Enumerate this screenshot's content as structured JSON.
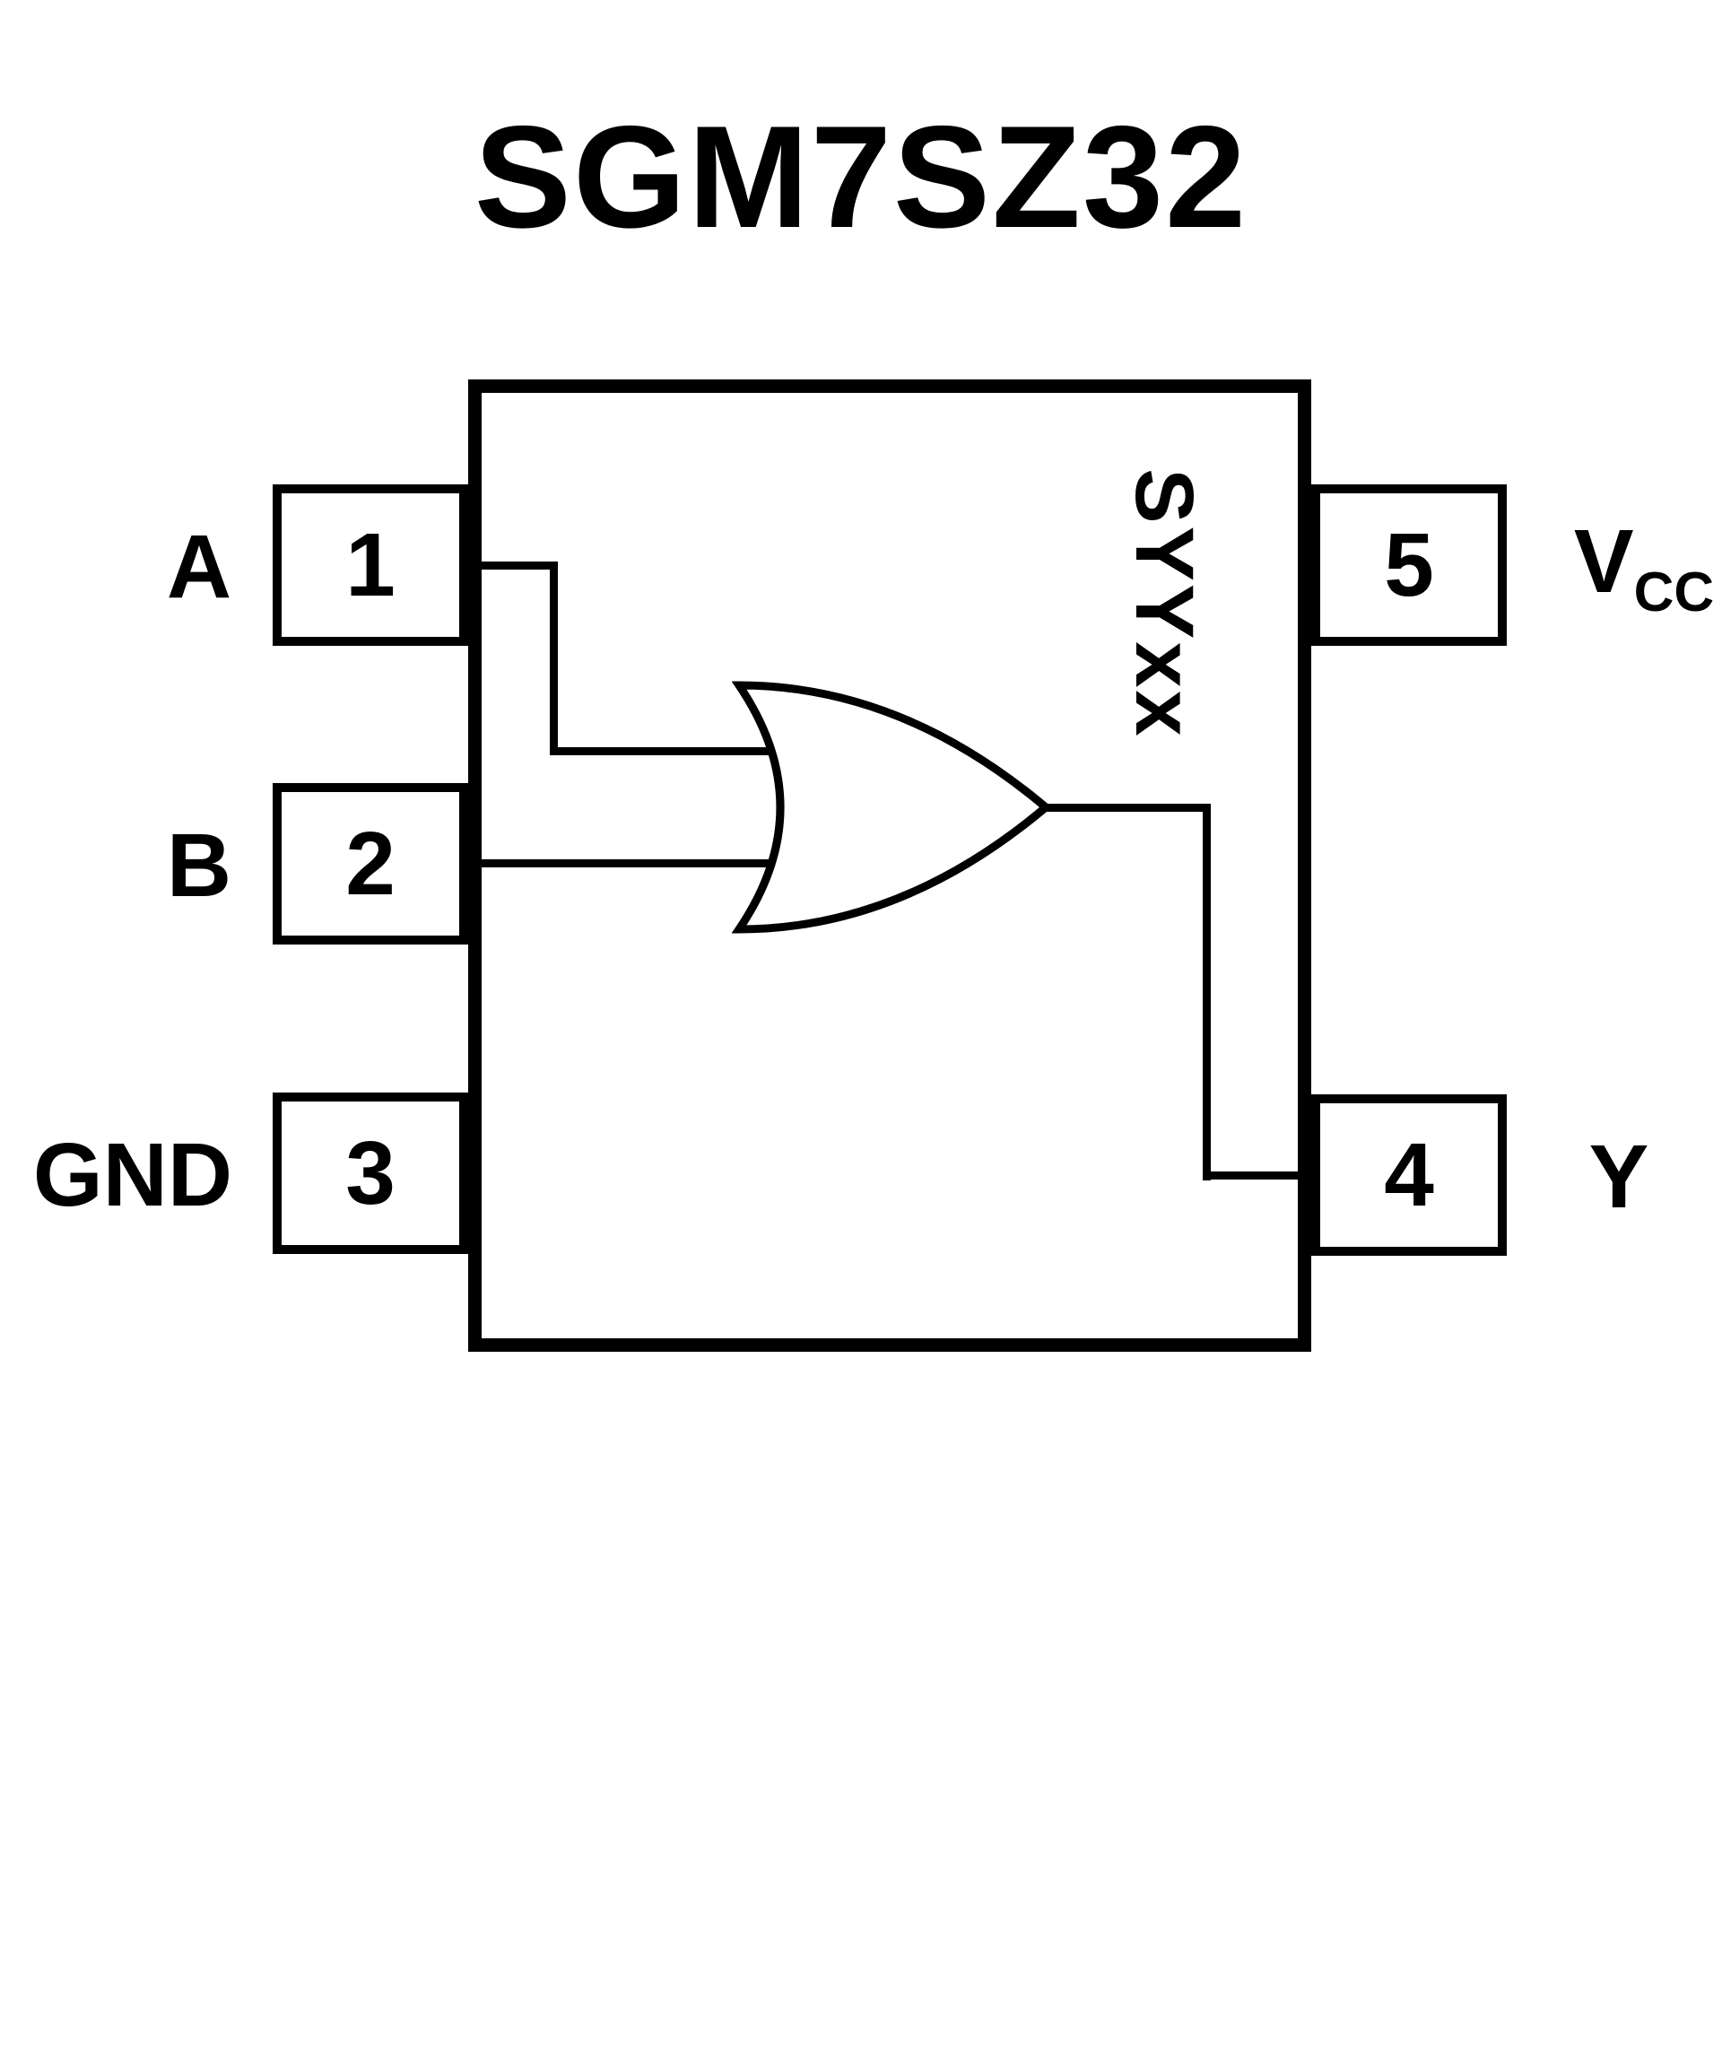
{
  "title": "SGM7SZ32",
  "chip": {
    "marking": "SYYxx",
    "gate_symbol": "or-gate"
  },
  "pins": {
    "pin1": {
      "number": "1",
      "name": "A",
      "side": "left"
    },
    "pin2": {
      "number": "2",
      "name": "B",
      "side": "left"
    },
    "pin3": {
      "number": "3",
      "name": "GND",
      "side": "left"
    },
    "pin4": {
      "number": "4",
      "name": "Y",
      "side": "right"
    },
    "pin5": {
      "number": "5",
      "name": "VCC",
      "side": "right"
    }
  },
  "labels": {
    "vcc_main": "V",
    "vcc_sub": "CC"
  },
  "colors": {
    "line": "#000000",
    "background": "#ffffff"
  }
}
